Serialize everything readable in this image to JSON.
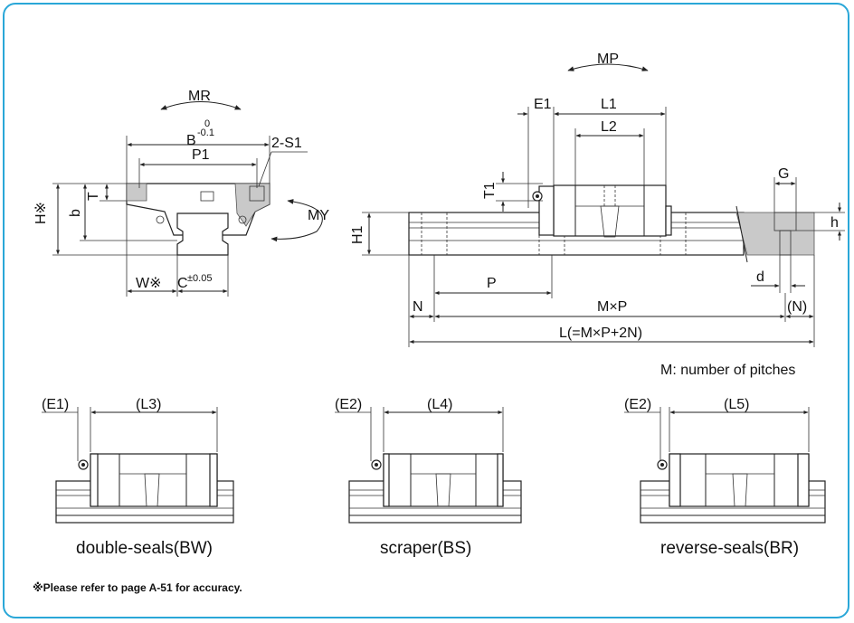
{
  "labels": {
    "mr": "MR",
    "b_tol_top": "0",
    "b_tol_bottom": "-0.1",
    "b": "B",
    "p1": "P1",
    "s1": "2-S1",
    "my": "MY",
    "h": "H※",
    "b_small": "b",
    "t": "T",
    "w": "W※",
    "c": "C",
    "c_tol": "±0.05",
    "mp": "MP",
    "e1": "E1",
    "l1": "L1",
    "l2": "L2",
    "t1": "T1",
    "h1": "H1",
    "g": "G",
    "h_small": "h",
    "d": "d",
    "p": "P",
    "n": "N",
    "mxp": "M×P",
    "n_paren": "(N)",
    "l_total": "L(=M×P+2N)",
    "m_note": "M: number of pitches"
  },
  "variants": [
    {
      "left_label": "(E1)",
      "len_label": "(L3)",
      "caption": "double-seals(BW)"
    },
    {
      "left_label": "(E2)",
      "len_label": "(L4)",
      "caption": "scraper(BS)"
    },
    {
      "left_label": "(E2)",
      "len_label": "(L5)",
      "caption": "reverse-seals(BR)"
    }
  ],
  "footnote": "※Please refer to page A-51 for accuracy."
}
